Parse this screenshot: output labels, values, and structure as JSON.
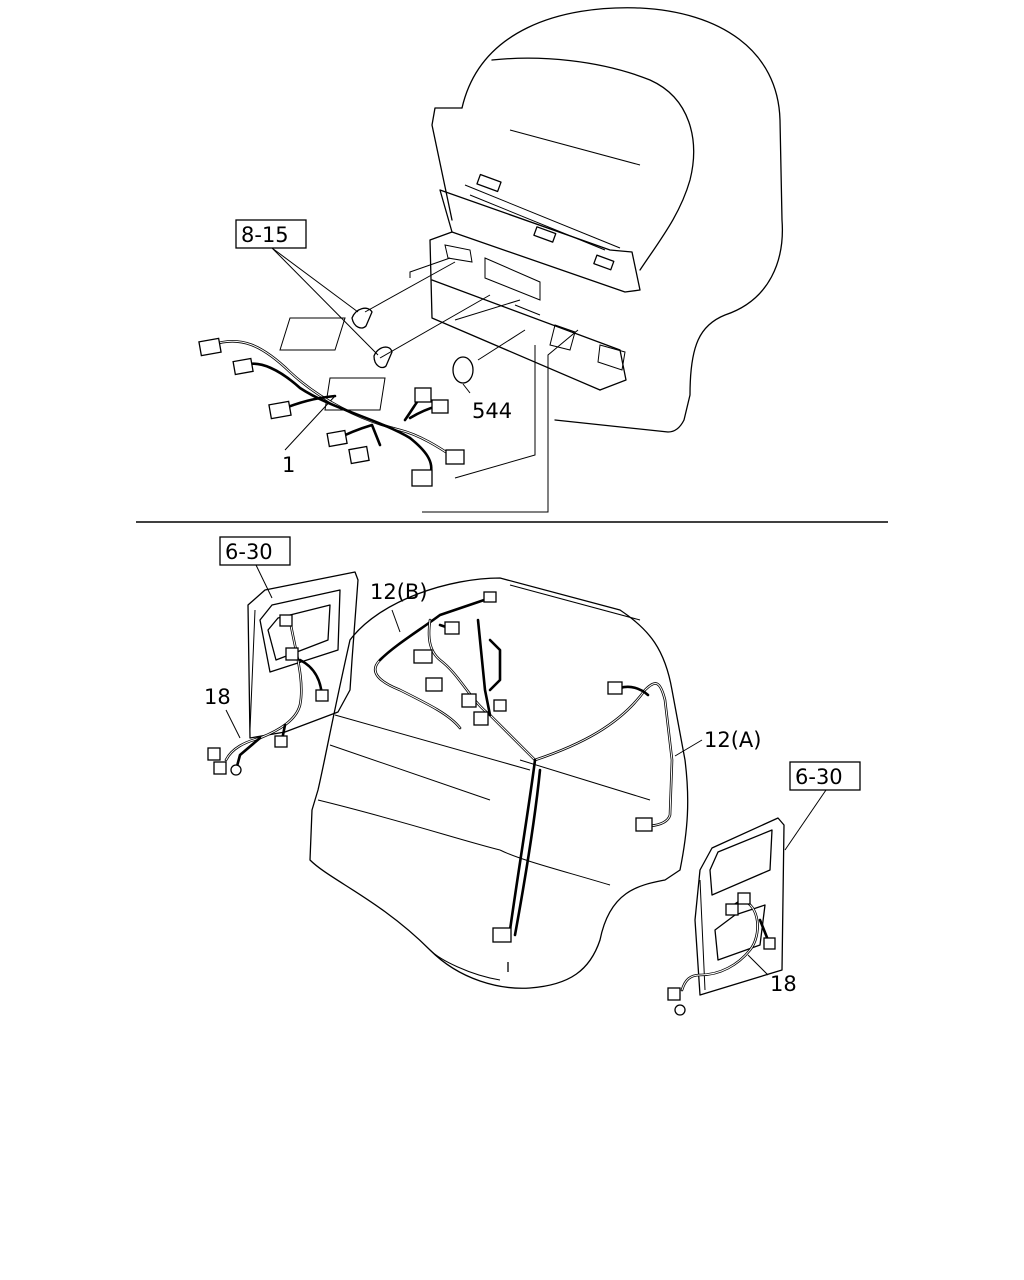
{
  "callouts": {
    "ref_8_15": "8-15",
    "ref_6_30_left": "6-30",
    "ref_6_30_right": "6-30",
    "part_1": "1",
    "part_544": "544",
    "part_12b": "12(B)",
    "part_12a": "12(A)",
    "part_18_left": "18",
    "part_18_right": "18"
  }
}
